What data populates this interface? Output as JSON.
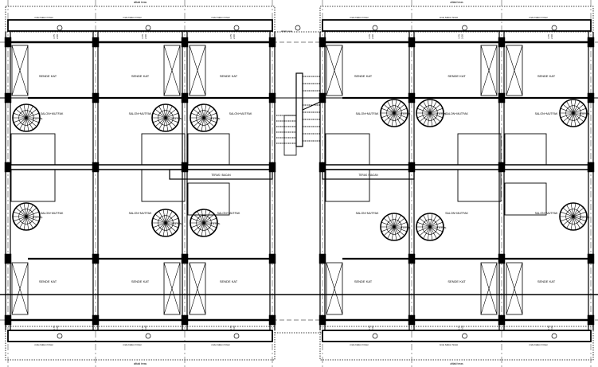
{
  "labels": {
    "bedroom": "SENDE KAT",
    "living": "SALON+MUTFAK",
    "terrace": "TERAS / BACAN",
    "outer_terrace": "alttaki teras",
    "balcony_line": "önde balkon hizasi",
    "spiral_stair": "M.(17/28)",
    "dim_a": "3.75",
    "dim_b": "2.00"
  },
  "colors": {
    "line": "#000000",
    "background": "#ffffff"
  }
}
